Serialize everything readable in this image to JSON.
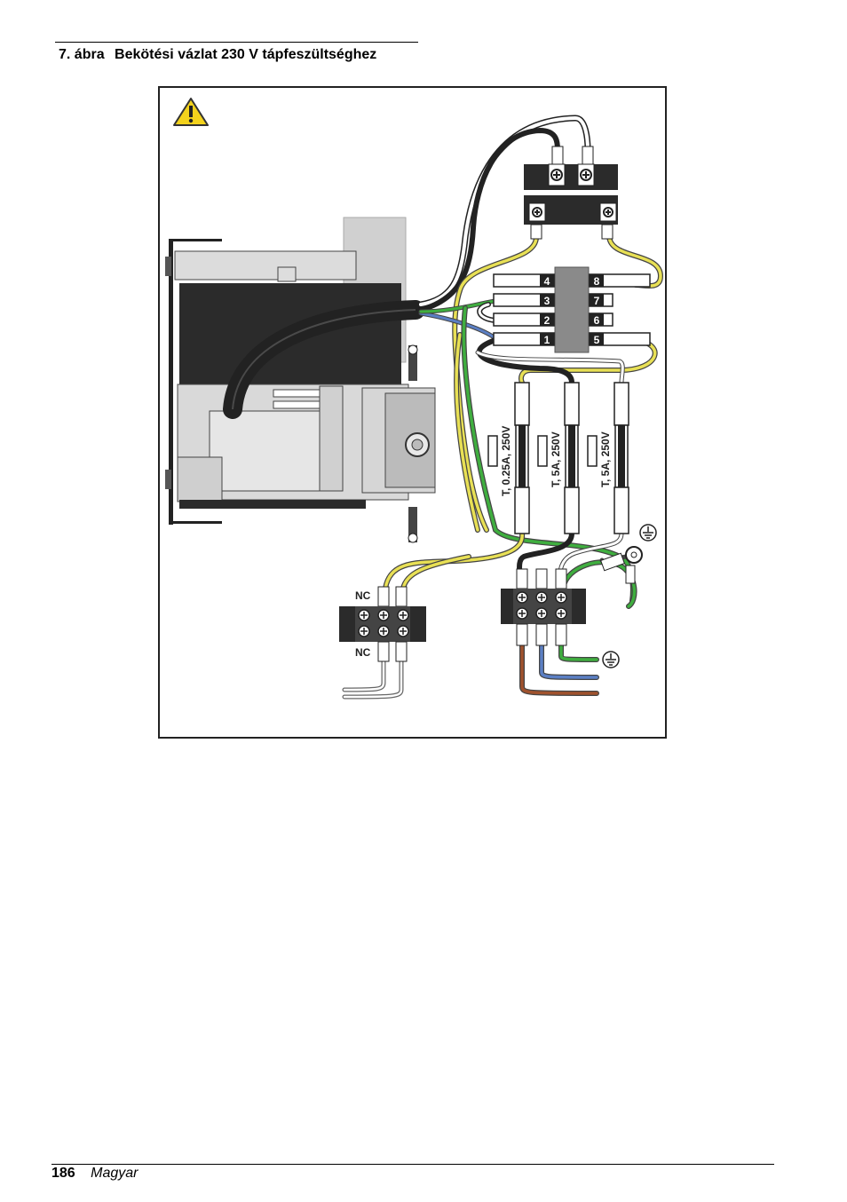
{
  "caption": {
    "number": "7. ábra",
    "title": "Bekötési vázlat 230 V tápfeszültséghez"
  },
  "figure": {
    "warning_icon": "warning-triangle-icon",
    "transformer_terminals": [
      "4",
      "3",
      "2",
      "1",
      "8",
      "7",
      "6",
      "5"
    ],
    "fuses": [
      "T, 0.25A, 250V",
      "T, 5A, 250V",
      "T, 5A, 250V"
    ],
    "relay_labels": {
      "top": "NC",
      "bottom": "NC"
    },
    "ground_icon": "ground-symbol-icon",
    "wire_colors": {
      "yellow": "#e8e055",
      "green": "#3fae3f",
      "blue": "#5b7fc4",
      "brown": "#a0522d",
      "black": "#222222",
      "white": "#ffffff"
    }
  },
  "footer": {
    "page_number": "186",
    "language": "Magyar"
  }
}
